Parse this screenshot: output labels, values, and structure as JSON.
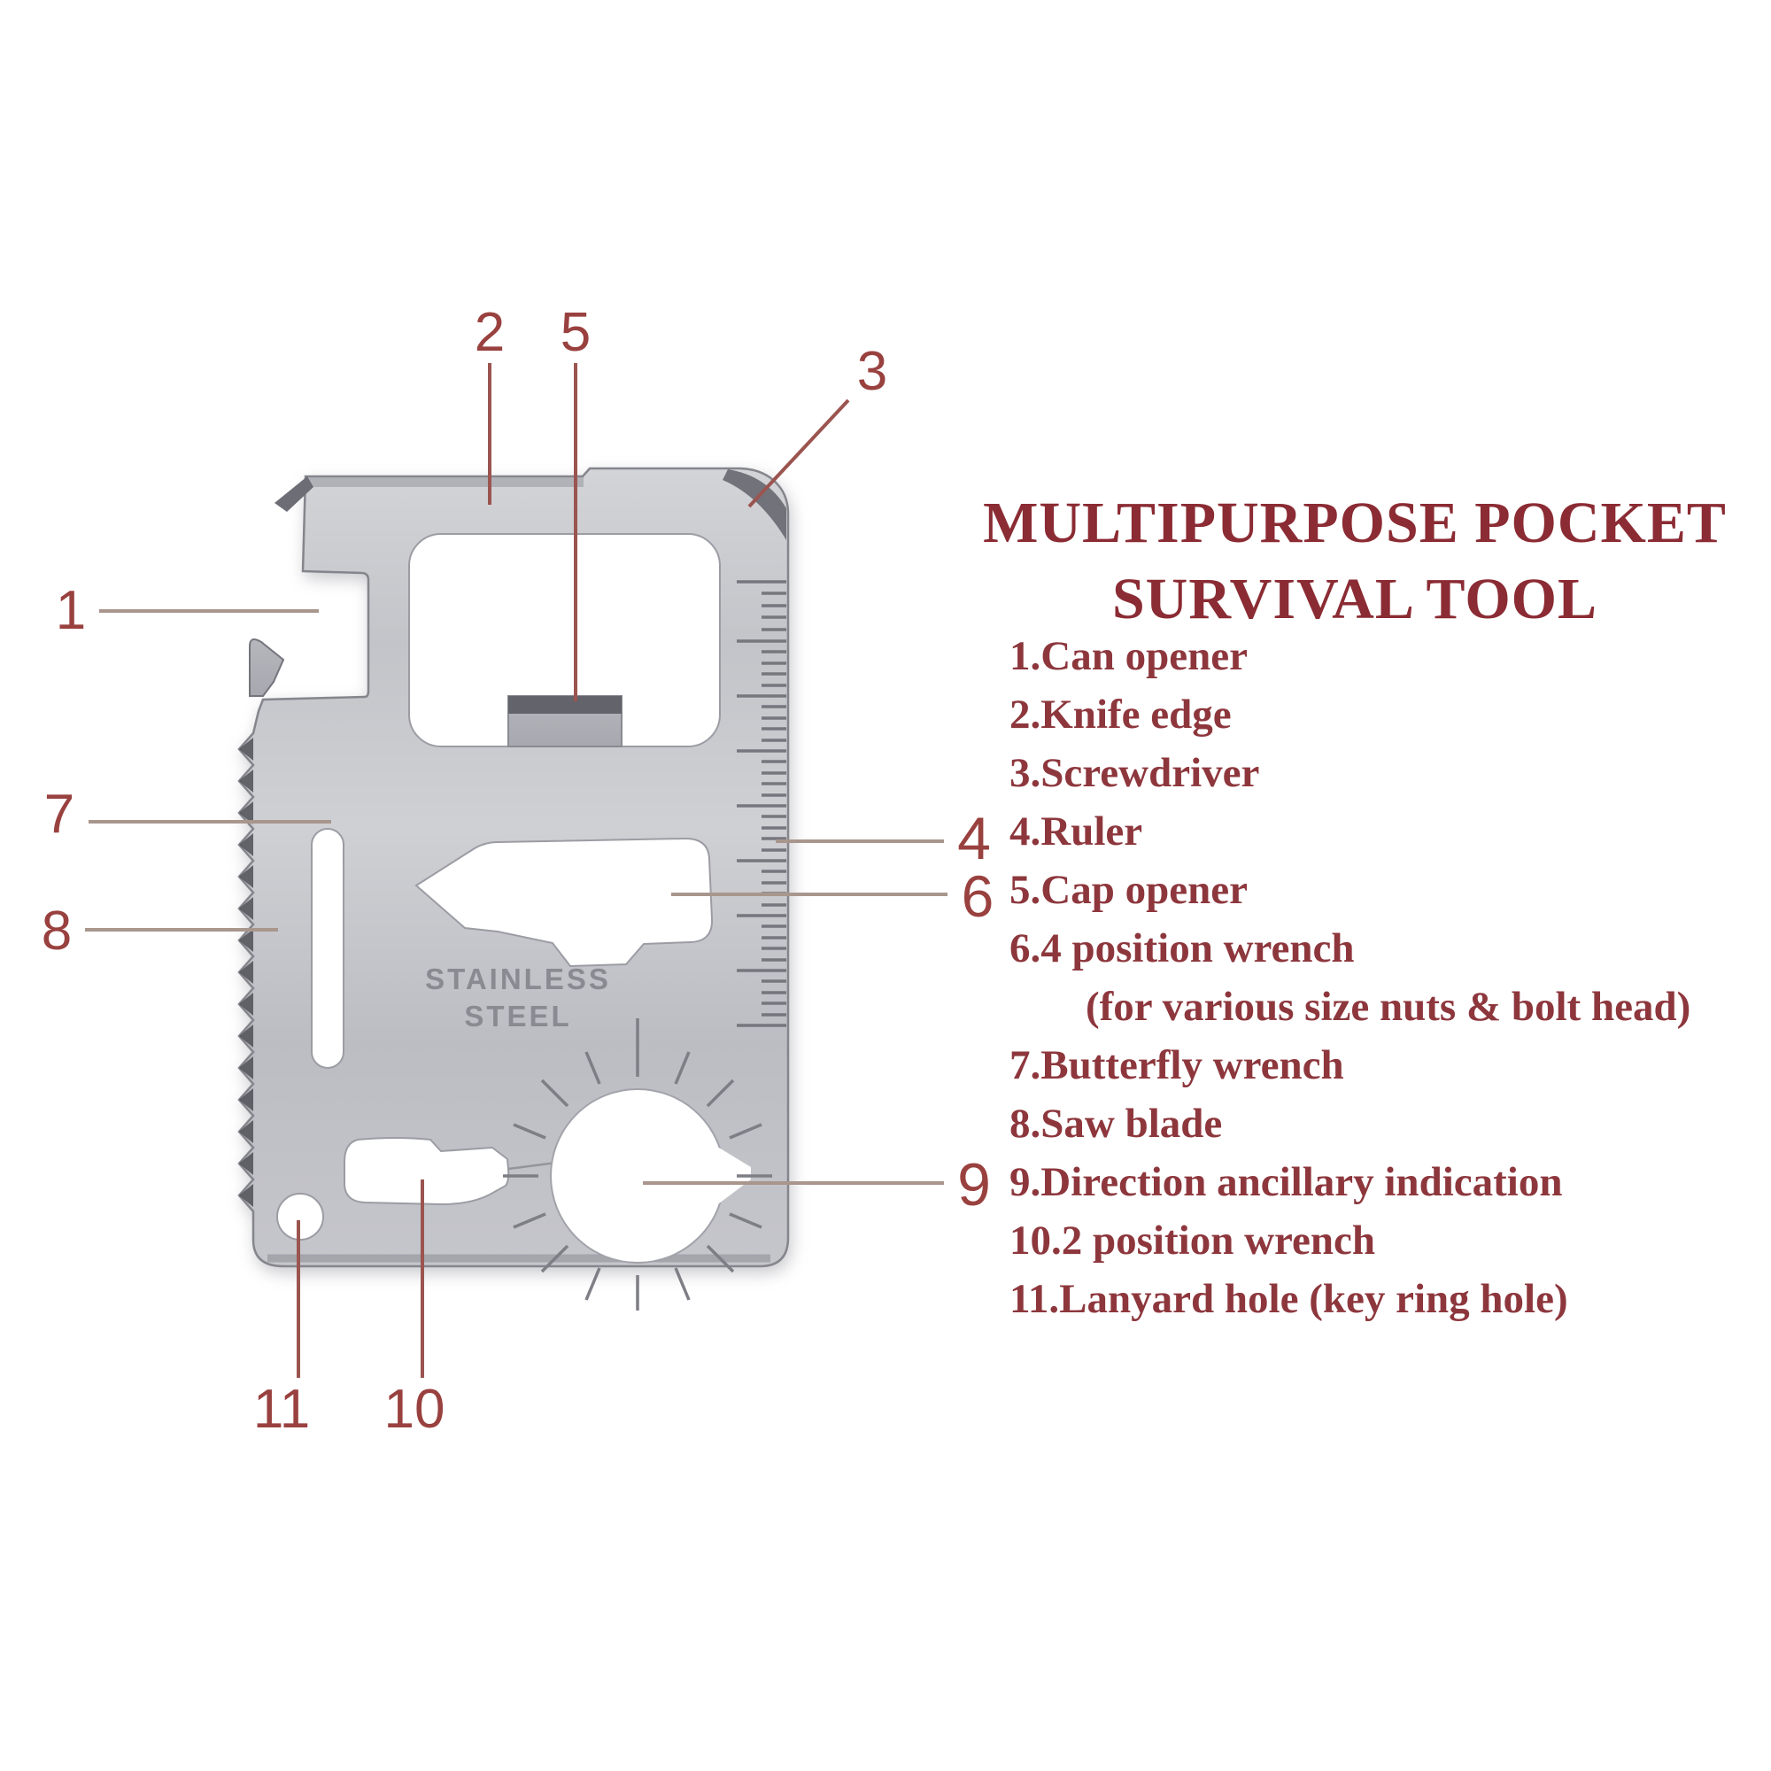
{
  "page": {
    "background": "#ffffff"
  },
  "title": {
    "line1": "MULTIPURPOSE POCKET",
    "line2": "SURVIVAL TOOL"
  },
  "features": [
    {
      "text": "1.Can opener",
      "indent": false
    },
    {
      "text": "2.Knife edge",
      "indent": false
    },
    {
      "text": "3.Screwdriver",
      "indent": false
    },
    {
      "text": "4.Ruler",
      "indent": false
    },
    {
      "text": "5.Cap opener",
      "indent": false
    },
    {
      "text": "6.4 position wrench",
      "indent": false
    },
    {
      "text": "(for various size nuts & bolt head)",
      "indent": true
    },
    {
      "text": "7.Butterfly wrench",
      "indent": false
    },
    {
      "text": "8.Saw blade",
      "indent": false
    },
    {
      "text": "9.Direction ancillary indication",
      "indent": false
    },
    {
      "text": "10.2 position wrench",
      "indent": false
    },
    {
      "text": "11.Lanyard hole (key ring hole)",
      "indent": false
    }
  ],
  "callouts": [
    {
      "number": "1",
      "points_to": "can opener"
    },
    {
      "number": "2",
      "points_to": "knife edge"
    },
    {
      "number": "3",
      "points_to": "screwdriver"
    },
    {
      "number": "4",
      "points_to": "ruler"
    },
    {
      "number": "5",
      "points_to": "cap opener"
    },
    {
      "number": "6",
      "points_to": "4 position wrench"
    },
    {
      "number": "7",
      "points_to": "butterfly wrench"
    },
    {
      "number": "8",
      "points_to": "saw blade"
    },
    {
      "number": "9",
      "points_to": "direction ancillary indication"
    },
    {
      "number": "10",
      "points_to": "2 position wrench"
    },
    {
      "number": "11",
      "points_to": "lanyard hole"
    }
  ],
  "engraving": {
    "line1": "STAINLESS",
    "line2": "STEEL"
  },
  "colors": {
    "title_text": "#8b2b33",
    "list_text": "#8d373d",
    "callout_text": "#99413f",
    "leader_gray": "#a8968d",
    "leader_red": "#9b544f",
    "metal_light": "#d2d3d7",
    "metal_dark": "#bcbdc3",
    "engraving_text": "#83838b"
  }
}
